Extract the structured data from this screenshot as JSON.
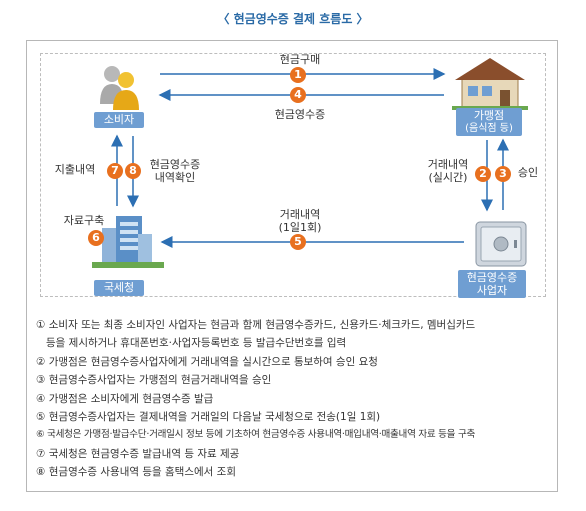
{
  "title": "〈 현금영수증 결제 흐름도 〉",
  "nodes": {
    "consumer": "소비자",
    "merchant": "가맹점",
    "merchant_sub": "(음식점 등)",
    "nts": "국세청",
    "issuer": "현금영수증",
    "issuer_sub": "사업자"
  },
  "edges": {
    "purchase": "현금구매",
    "receipt": "현금영수증",
    "txn_realtime_1": "거래내역",
    "txn_realtime_2": "(실시간)",
    "approve": "승인",
    "txn_daily_1": "거래내역",
    "txn_daily_2": "(1일1회)",
    "expense": "지출내역",
    "confirm_1": "현금영수증",
    "confirm_2": "내역확인",
    "archive": "자료구축"
  },
  "numbers": [
    "1",
    "2",
    "3",
    "4",
    "5",
    "6",
    "7",
    "8"
  ],
  "notes": [
    "① 소비자 또는 최종 소비자인 사업자는 현금과 함께 현금영수증카드, 신용카드·체크카드, 멤버십카드",
    "   등을 제시하거나 휴대폰번호·사업자등록번호 등 발급수단번호를 입력",
    "② 가맹점은 현금영수증사업자에게 거래내역을 실시간으로 통보하여 승인 요청",
    "③ 현금영수증사업자는 가맹점의 현금거래내역을 승인",
    "④ 가맹점은 소비자에게 현금영수증 발급",
    "⑤ 현금영수증사업자는 결제내역을 거래일의 다음날 국세청으로 전송(1일 1회)",
    "⑥ 국세청은 가맹점·발급수단·거래일시 정보 등에 기초하여 현금영수증 사용내역·매입내역·매출내역 자료 등을 구축",
    "⑦ 국세청은 현금영수증 발급내역 등 자료 제공",
    "⑧ 현금영수증 사용내역 등을 홈택스에서 조회"
  ]
}
